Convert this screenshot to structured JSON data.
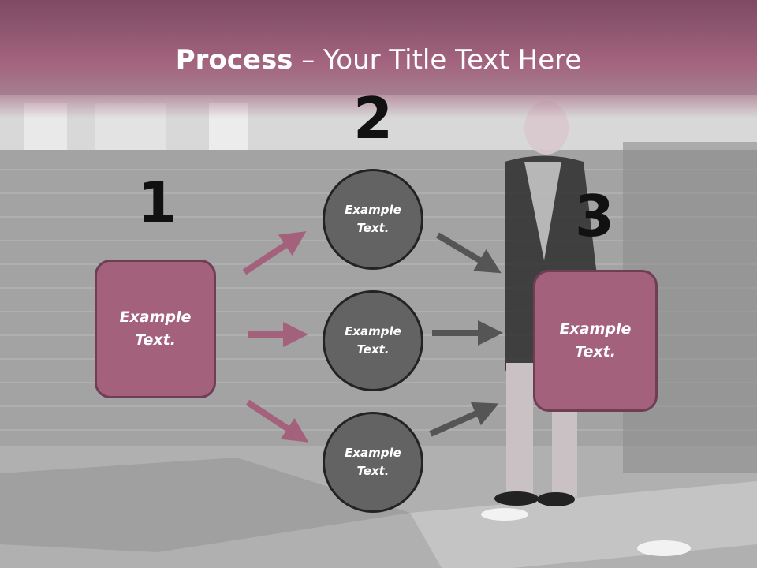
{
  "title": {
    "bold": "Process",
    "rest": " – Your Title Text Here"
  },
  "numbers": {
    "n1": "1",
    "n2": "2",
    "n3": "3"
  },
  "left_box": {
    "line1": "Example",
    "line2": "Text."
  },
  "circles": [
    {
      "line1": "Example",
      "line2": "Text."
    },
    {
      "line1": "Example",
      "line2": "Text."
    },
    {
      "line1": "Example",
      "line2": "Text."
    }
  ],
  "right_box": {
    "line1": "Example",
    "line2": "Text."
  },
  "colors": {
    "accent": "#a4617c",
    "accent_dark": "#6f3e55",
    "circle": "#636363",
    "arrow_gray": "#555555"
  }
}
